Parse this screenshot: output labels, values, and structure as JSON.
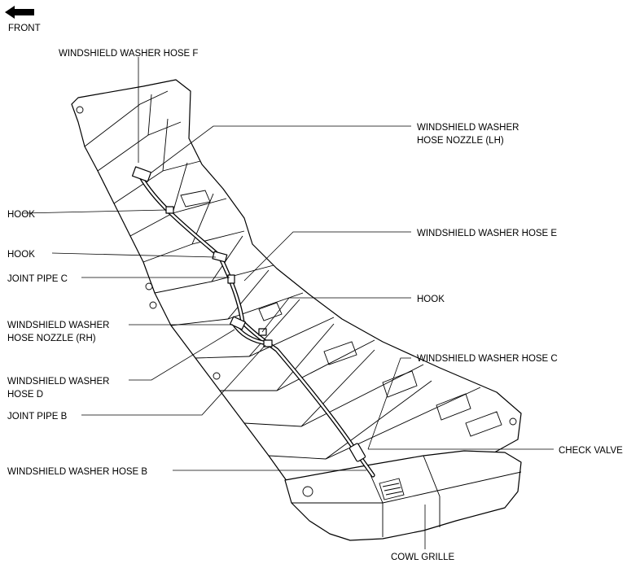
{
  "orientation": {
    "label": "FRONT",
    "icon": "arrow-left-icon"
  },
  "labels": {
    "hose_f": [
      "WINDSHIELD WASHER HOSE F"
    ],
    "nozzle_lh": [
      "WINDSHIELD WASHER",
      "HOSE NOZZLE (LH)"
    ],
    "hook_1": [
      "HOOK"
    ],
    "hose_e": [
      "WINDSHIELD WASHER HOSE E"
    ],
    "hook_2": [
      "HOOK"
    ],
    "joint_pipe_c": [
      "JOINT PIPE C"
    ],
    "hook_3": [
      "HOOK"
    ],
    "nozzle_rh": [
      "WINDSHIELD WASHER",
      "HOSE NOZZLE (RH)"
    ],
    "hose_c": [
      "WINDSHIELD WASHER HOSE C"
    ],
    "hose_d": [
      "WINDSHIELD WASHER",
      "HOSE D"
    ],
    "joint_pipe_b": [
      "JOINT PIPE B"
    ],
    "check_valve": [
      "CHECK VALVE"
    ],
    "hose_b": [
      "WINDSHIELD WASHER HOSE B"
    ],
    "cowl_grille": [
      "COWL GRILLE"
    ]
  }
}
